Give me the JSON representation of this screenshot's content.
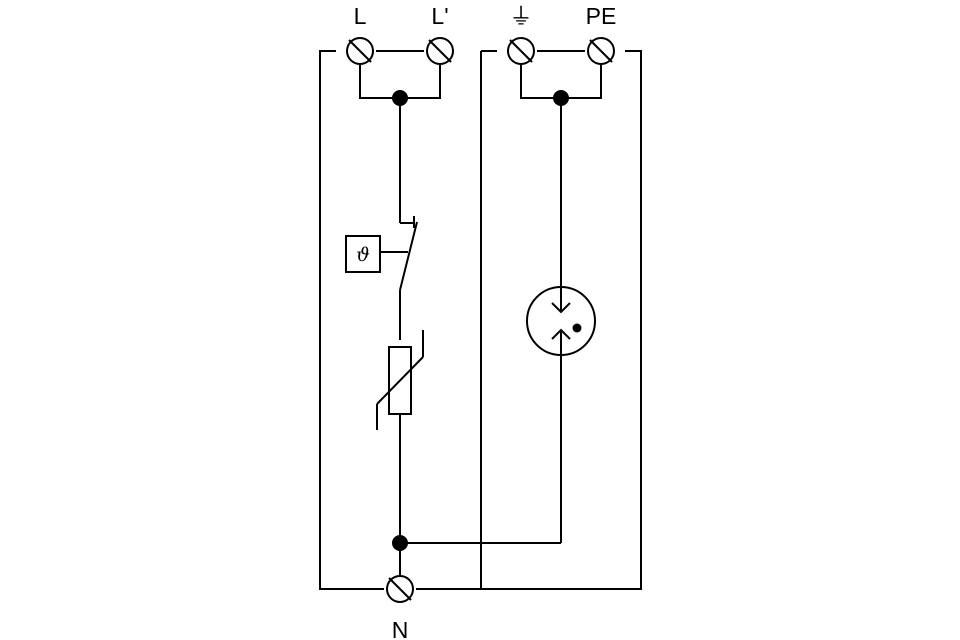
{
  "terminals": {
    "top": [
      "L",
      "L'",
      "⏚",
      "PE"
    ],
    "bottom": "N"
  },
  "components": {
    "thermal_disconnector": "ϑ",
    "varistor": "",
    "spark_gap": ""
  }
}
